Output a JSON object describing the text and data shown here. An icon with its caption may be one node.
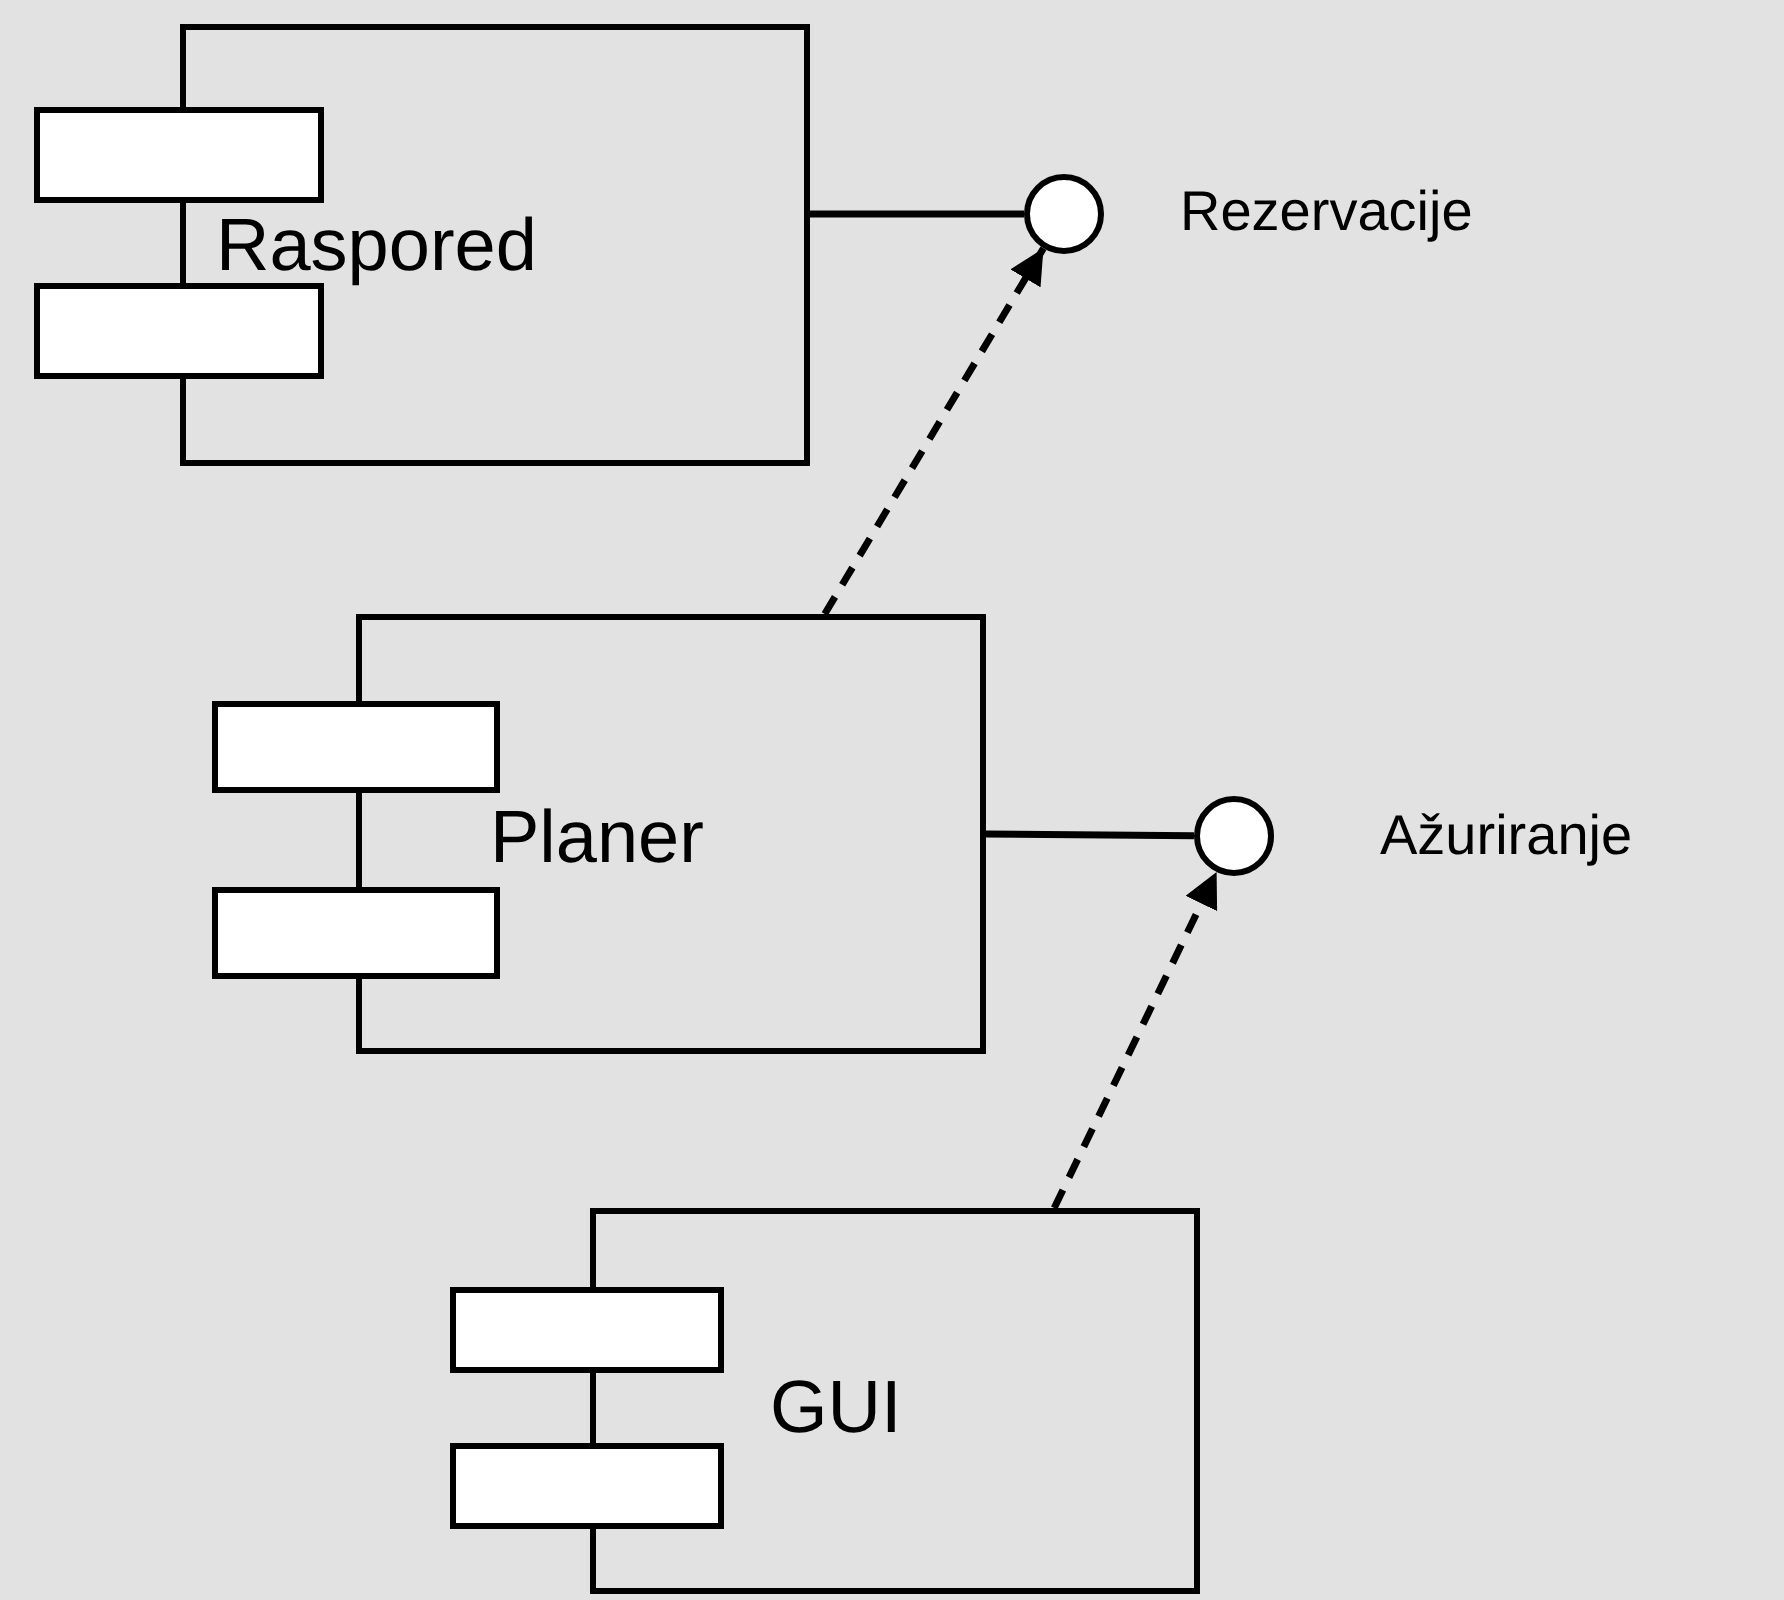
{
  "diagram": {
    "nodes": [
      {
        "text": [
          "Raspored"
        ]
      },
      {
        "text": [],
        "shape": "circle",
        "beside": [
          "Rezervacije"
        ]
      },
      {
        "text": [
          "Planer"
        ]
      },
      {
        "text": [],
        "shape": "circle",
        "beside": [
          "Ažuriranje"
        ]
      },
      {
        "text": [
          "GUI"
        ]
      }
    ],
    "edges": [
      {
        "from": 0,
        "to": 1,
        "arrow": "none"
      },
      {
        "from": 2,
        "to": 1,
        "arrow": "to",
        "style": "dashed"
      },
      {
        "from": 2,
        "to": 3,
        "arrow": "none"
      },
      {
        "from": 4,
        "to": 3,
        "arrow": "to",
        "style": "dashed"
      }
    ]
  }
}
